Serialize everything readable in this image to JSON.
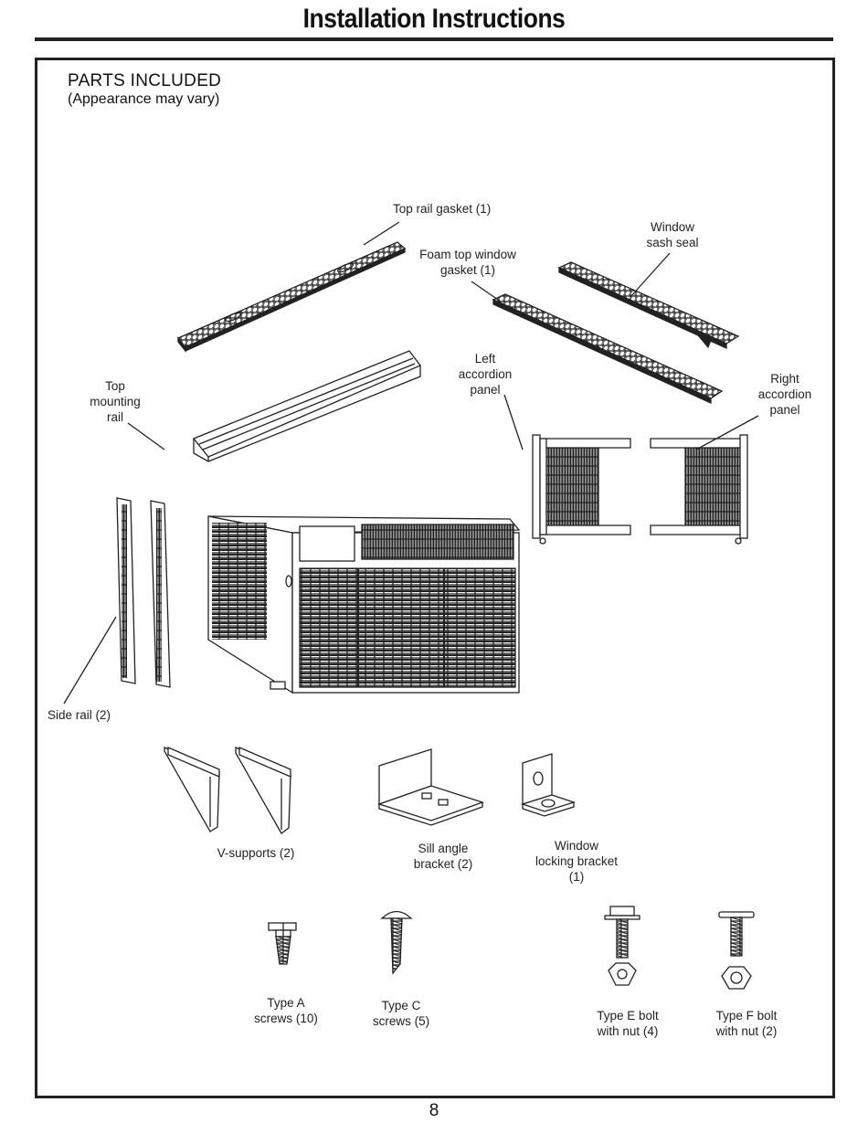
{
  "page": {
    "title": "Installation Instructions",
    "heading": "PARTS INCLUDED",
    "subheading": "(Appearance may vary)",
    "page_number": "8"
  },
  "parts": {
    "top_rail_gasket": "Top rail gasket (1)",
    "foam_top_window_gasket_1": "Foam top window",
    "foam_top_window_gasket_2": "gasket (1)",
    "window_sash_seal_1": "Window",
    "window_sash_seal_2": "sash seal",
    "top_mounting_rail_1": "Top",
    "top_mounting_rail_2": "mounting",
    "top_mounting_rail_3": "rail",
    "left_accordion_1": "Left",
    "left_accordion_2": "accordion",
    "left_accordion_3": "panel",
    "right_accordion_1": "Right",
    "right_accordion_2": "accordion",
    "right_accordion_3": "panel",
    "side_rail": "Side rail (2)",
    "v_supports": "V-supports (2)",
    "sill_angle_1": "Sill angle",
    "sill_angle_2": "bracket (2)",
    "window_locking_1": "Window",
    "window_locking_2": "locking bracket",
    "window_locking_3": "(1)",
    "type_a_1": "Type A",
    "type_a_2": "screws (10)",
    "type_c_1": "Type C",
    "type_c_2": "screws (5)",
    "type_e_1": "Type E bolt",
    "type_e_2": "with nut (4)",
    "type_f_1": "Type F bolt",
    "type_f_2": "with nut (2)"
  }
}
